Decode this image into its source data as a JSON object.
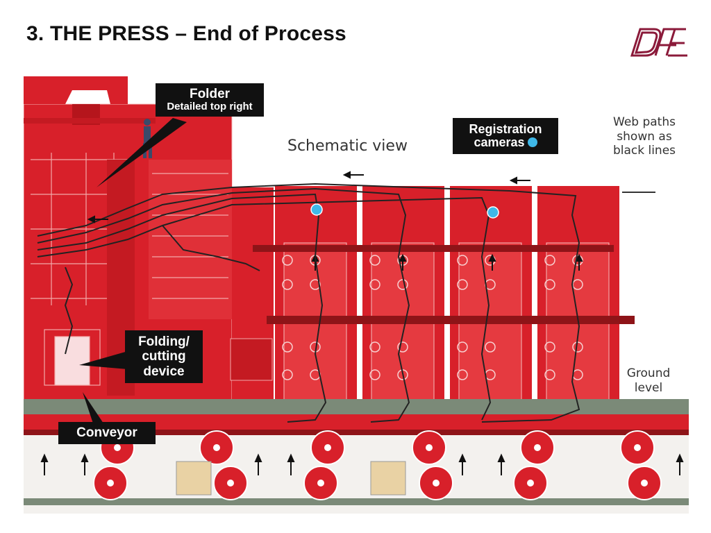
{
  "slide": {
    "title": "3. THE PRESS – End of Process"
  },
  "logo": {
    "text": "DFE",
    "color": "#8b1a3a"
  },
  "diagram": {
    "callouts": {
      "folder_title": "Folder",
      "folder_sub": "Detailed top right",
      "registration": "Registration cameras",
      "folding": "Folding/ cutting device",
      "conveyor": "Conveyor"
    },
    "labels": {
      "schematic": "Schematic view",
      "web_paths": "Web paths shown as black lines",
      "ground": "Ground level"
    },
    "colors": {
      "machine_red": "#d8202a",
      "dark_red": "#8e1418",
      "camera_blue": "#3fb8e8",
      "floor_grey": "#7b8a78",
      "web_line": "#222222"
    }
  }
}
